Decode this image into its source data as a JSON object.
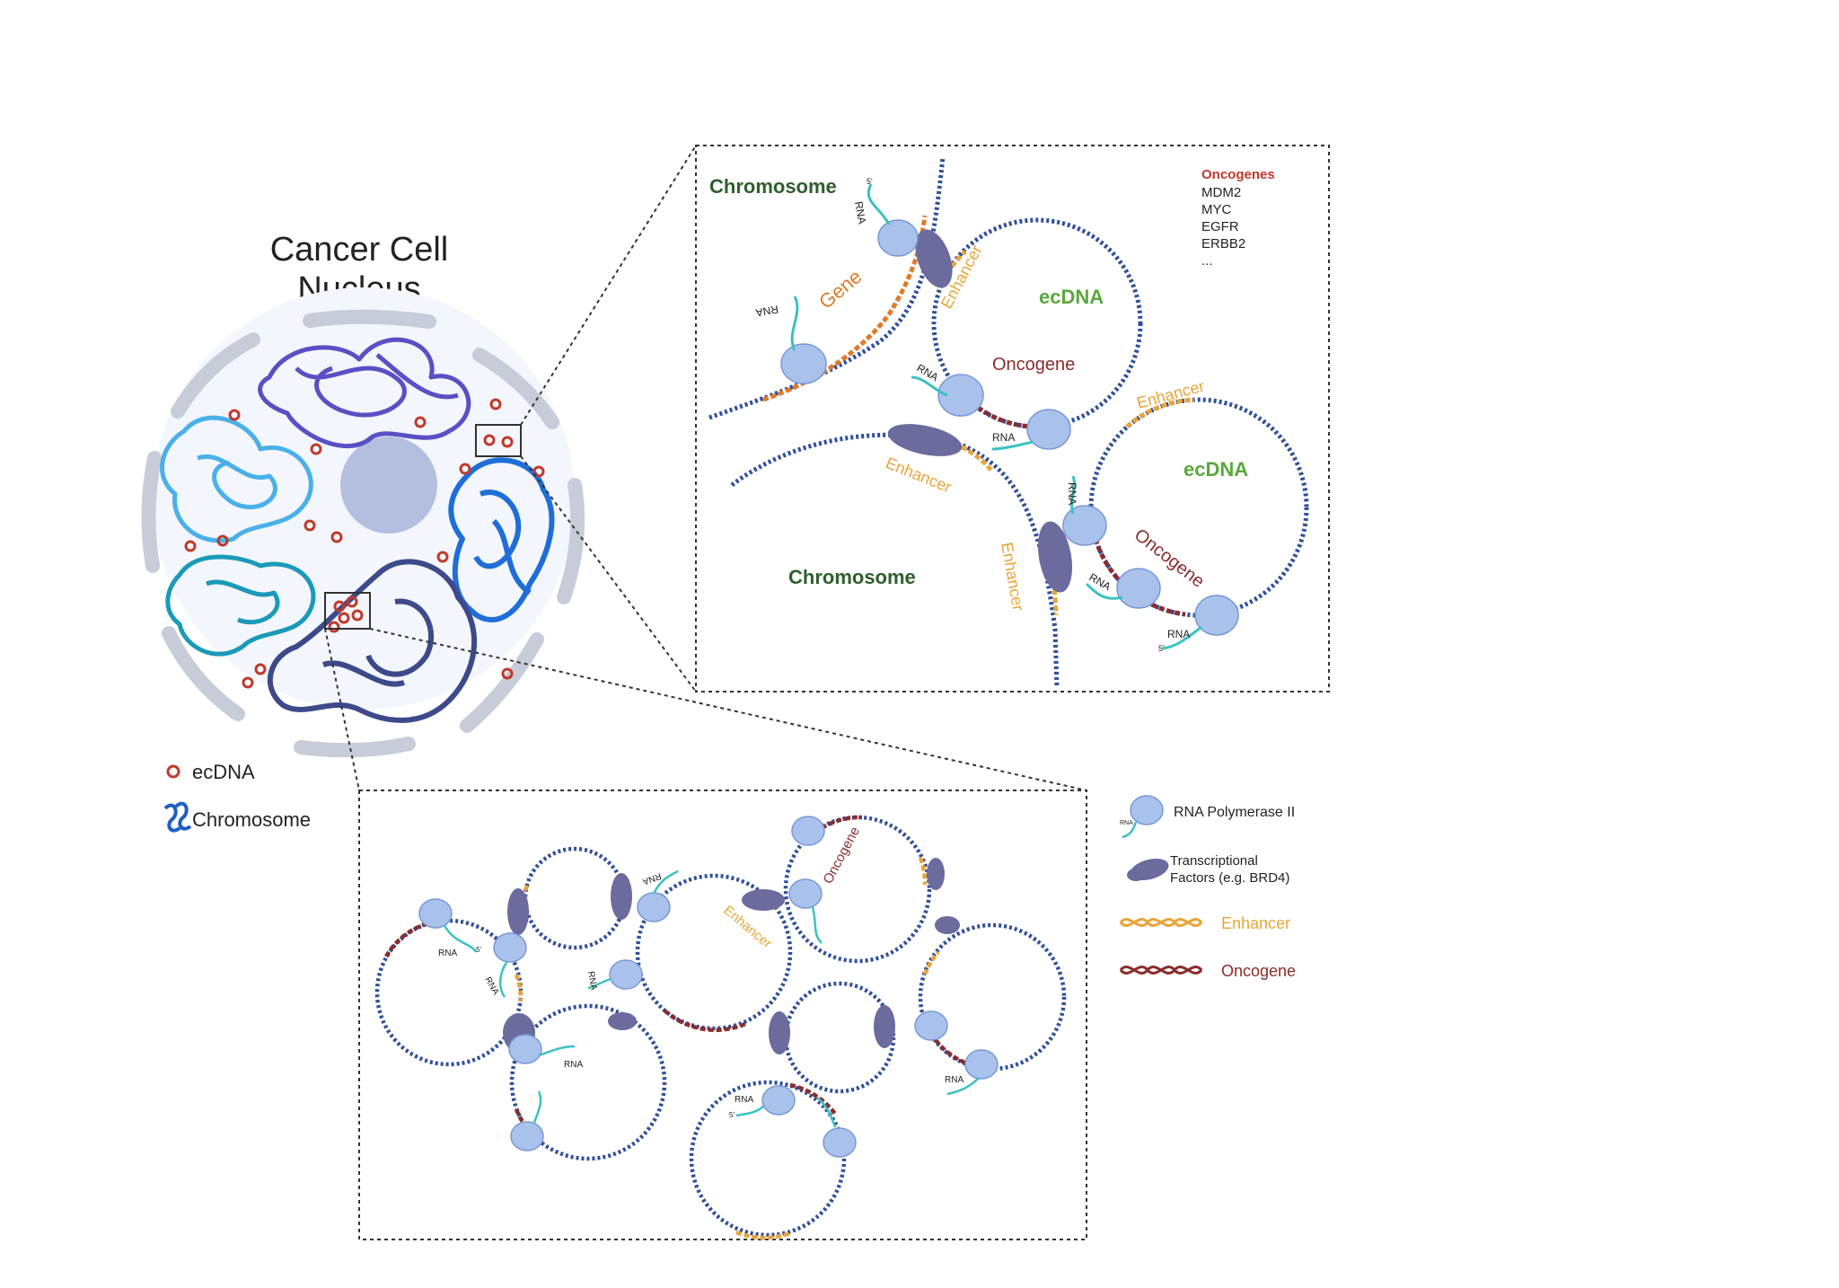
{
  "title": {
    "line1": "Cancer Cell",
    "line2": "Nucleus"
  },
  "legend_left": {
    "ecdna": "ecDNA",
    "chromosome": "Chromosome"
  },
  "zoom1": {
    "chromosome_top": "Chromosome",
    "chromosome_bottom": "Chromosome",
    "ecdna_top": "ecDNA",
    "ecdna_bottom": "ecDNA",
    "gene": "Gene",
    "enhancer": "Enhancer",
    "oncogene": "Oncogene",
    "rna": "RNA",
    "five_prime": "5'",
    "oncogenes_heading": "Oncogenes",
    "oncogenes_list": [
      "MDM2",
      "MYC",
      "EGFR",
      "ERBB2",
      "..."
    ]
  },
  "zoom2": {
    "enhancer": "Enhancer",
    "oncogene": "Oncogene",
    "rna": "RNA",
    "five_prime": "5'"
  },
  "legend_right": {
    "polymerase": "RNA Polymerase II",
    "polymerase_rna": "RNA",
    "tf_line1": "Transcriptional",
    "tf_line2": "Factors (e.g. BRD4)",
    "enhancer": "Enhancer",
    "oncogene": "Oncogene"
  },
  "colors": {
    "dna_blue": "#2f4f9a",
    "enhancer": "#e8a53a",
    "oncogene": "#8b2c2c",
    "gene": "#e07a2c",
    "ecdna_label": "#5aa83c",
    "chromosome_label": "#2f5e2f",
    "oncogenes_heading": "#c0392b",
    "rna_strand": "#3cc1c1",
    "polymerase": "#a9c2ec",
    "tf": "#6b6b9e",
    "membrane": "#c7ccd8",
    "nucleolus": "#b4bfe0",
    "ecdna_dot": "#c0392b"
  },
  "icons": [
    "polymerase-icon",
    "transcription-factor-icon",
    "enhancer-dna-icon",
    "oncogene-dna-icon",
    "chromosome-icon",
    "ecdna-icon"
  ]
}
